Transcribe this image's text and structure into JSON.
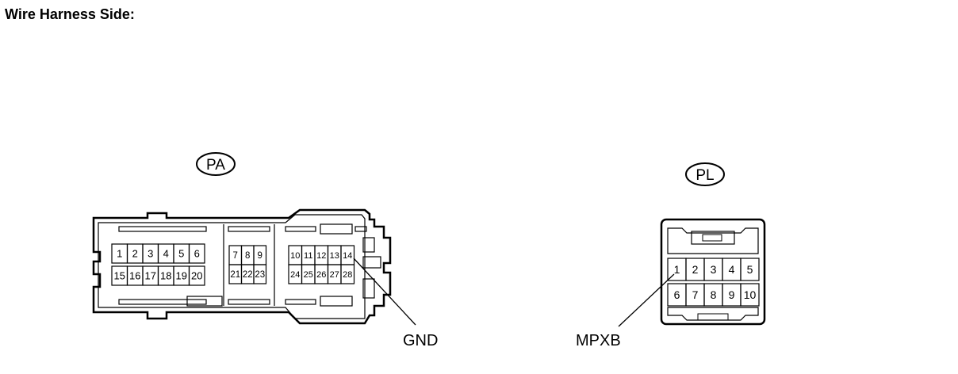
{
  "page": {
    "title": "Wire Harness Side:"
  },
  "connector_pa": {
    "badge": "PA",
    "pins_row1_left": [
      "1",
      "2",
      "3",
      "4",
      "5",
      "6"
    ],
    "pins_row2_left": [
      "15",
      "16",
      "17",
      "18",
      "19",
      "20"
    ],
    "pins_row1_mid": [
      "7",
      "8",
      "9"
    ],
    "pins_row2_mid": [
      "21",
      "22",
      "23"
    ],
    "pins_row1_right": [
      "10",
      "11",
      "12",
      "13",
      "14"
    ],
    "pins_row2_right": [
      "24",
      "25",
      "26",
      "27",
      "28"
    ],
    "callout": "GND"
  },
  "connector_pl": {
    "badge": "PL",
    "pins_row1": [
      "1",
      "2",
      "3",
      "4",
      "5"
    ],
    "pins_row2": [
      "6",
      "7",
      "8",
      "9",
      "10"
    ],
    "callout": "MPXB"
  }
}
